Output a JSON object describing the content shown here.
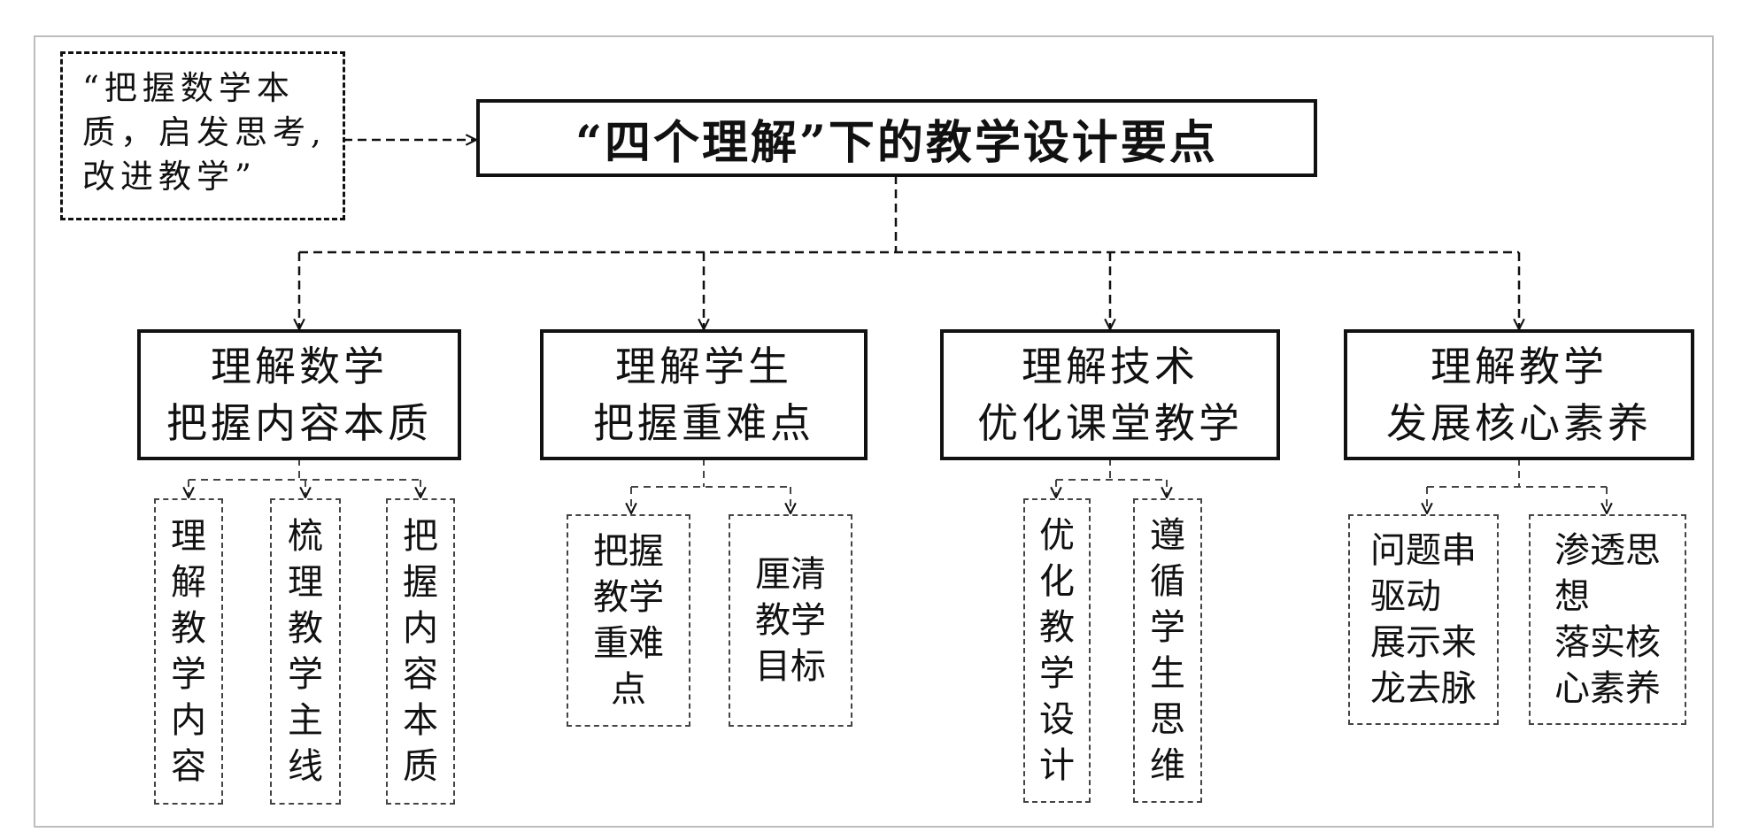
{
  "diagram": {
    "note": "“把握数学本\n质，启发思考,\n改进教学”",
    "title": "“四个理解”下的教学设计要点",
    "categories": [
      {
        "text": "理解数学\n把握内容本质",
        "leaves": [
          "理\n解\n教\n学\n内\n容",
          "梳\n理\n教\n学\n主\n线",
          "把\n握\n内\n容\n本\n质"
        ]
      },
      {
        "text": "理解学生\n把握重难点",
        "leaves": [
          "把握\n教学\n重难\n点",
          "厘清\n教学\n目标"
        ]
      },
      {
        "text": "理解技术\n优化课堂教学",
        "leaves": [
          "优\n化\n教\n学\n设\n计",
          "遵\n循\n学\n生\n思\n维"
        ]
      },
      {
        "text": "理解教学\n发展核心素养",
        "leaves": [
          "问题串\n驱动\n展示来\n龙去脉",
          "渗透思\n想\n落实核\n心素养"
        ]
      }
    ]
  }
}
